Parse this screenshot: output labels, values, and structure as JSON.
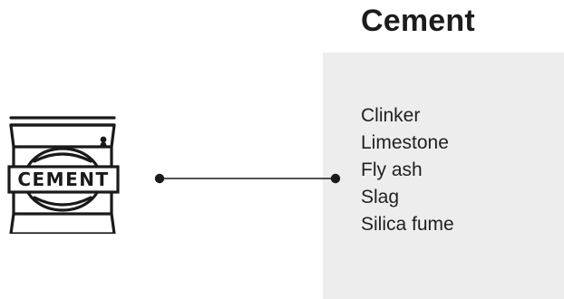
{
  "title": "Cement",
  "icon": {
    "name": "cement-bag-icon",
    "label": "CEMENT"
  },
  "components": [
    "Clinker",
    "Limestone",
    "Fly ash",
    "Slag",
    "Silica fume"
  ],
  "colors": {
    "text": "#1f1f1f",
    "panel": "#ededed",
    "line": "#1a1a1a"
  }
}
